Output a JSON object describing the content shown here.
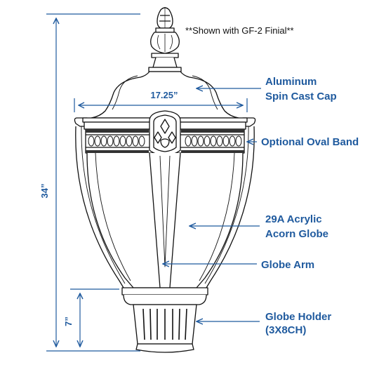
{
  "note": "**Shown with GF-2 Finial**",
  "dimensions": {
    "width": "17.25”",
    "height_total": "34”",
    "height_holder": "7”"
  },
  "labels": {
    "cap_line1": "Aluminum",
    "cap_line2": "Spin Cast Cap",
    "band": "Optional Oval Band",
    "globe_line1": "29A Acrylic",
    "globe_line2": "Acorn Globe",
    "arm": "Globe Arm",
    "holder_line1": "Globe Holder",
    "holder_line2": "(3X8CH)"
  },
  "colors": {
    "accent": "#1f5a9e",
    "line": "#111111"
  }
}
